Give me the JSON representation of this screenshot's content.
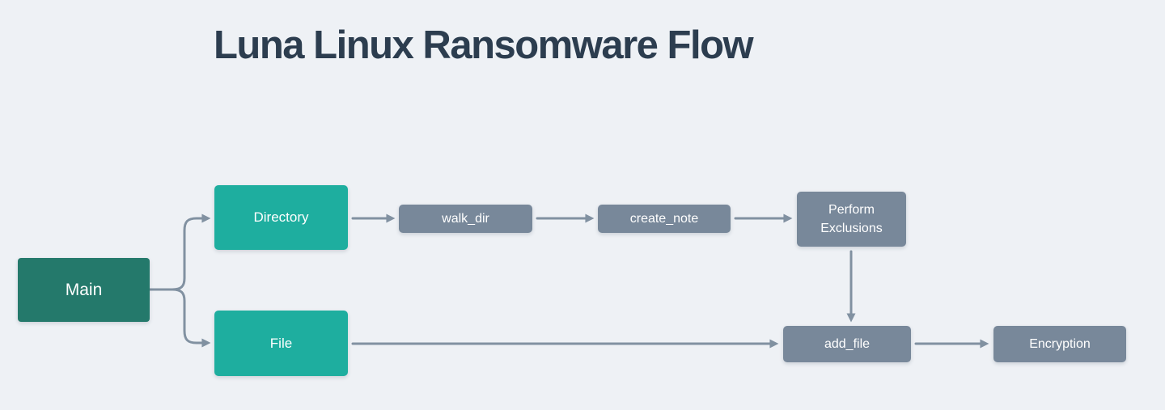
{
  "title": "Luna Linux Ransomware Flow",
  "colors": {
    "background": "#EEF1F5",
    "title": "#2C3D4F",
    "main_node": "#24796B",
    "branch_node": "#1EAE9F",
    "step_node": "#78889A",
    "connector": "#8191A1",
    "node_text": "#FFFFFF"
  },
  "nodes": {
    "main": {
      "label": "Main",
      "type": "root"
    },
    "directory": {
      "label": "Directory",
      "type": "branch"
    },
    "file": {
      "label": "File",
      "type": "branch"
    },
    "walk_dir": {
      "label": "walk_dir",
      "type": "step"
    },
    "create_note": {
      "label": "create_note",
      "type": "step"
    },
    "perform_exclusions": {
      "label": "Perform Exclusions",
      "type": "step"
    },
    "add_file": {
      "label": "add_file",
      "type": "step"
    },
    "encryption": {
      "label": "Encryption",
      "type": "step"
    }
  },
  "edges": [
    {
      "from": "main",
      "to": "directory"
    },
    {
      "from": "main",
      "to": "file"
    },
    {
      "from": "directory",
      "to": "walk_dir"
    },
    {
      "from": "walk_dir",
      "to": "create_note"
    },
    {
      "from": "create_note",
      "to": "perform_exclusions"
    },
    {
      "from": "perform_exclusions",
      "to": "add_file"
    },
    {
      "from": "file",
      "to": "add_file"
    },
    {
      "from": "add_file",
      "to": "encryption"
    }
  ]
}
